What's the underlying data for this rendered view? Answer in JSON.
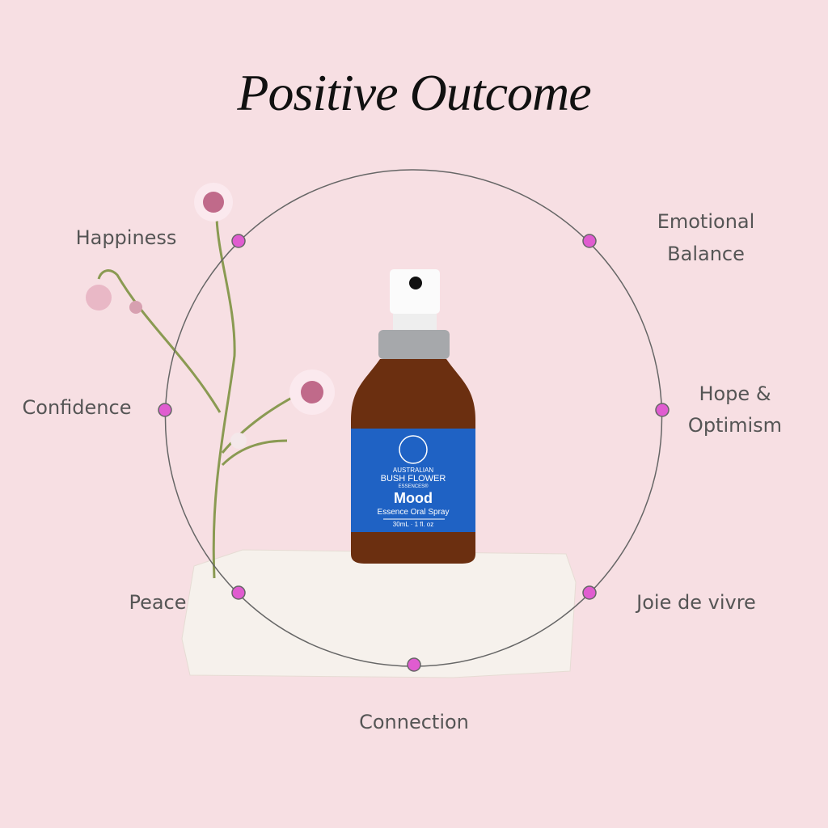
{
  "title": "Positive Outcome",
  "outcomes": {
    "happiness": "Happiness",
    "emotional_balance_1": "Emotional",
    "emotional_balance_2": "Balance",
    "confidence": "Confidence",
    "hope_1": "Hope &",
    "hope_2": "Optimism",
    "peace": "Peace",
    "joie": "Joie de vivre",
    "connection": "Connection"
  },
  "product": {
    "brand_1": "AUSTRALIAN",
    "brand_2": "BUSH FLOWER",
    "brand_3": "ESSENCES®",
    "name": "Mood",
    "type": "Essence Oral Spray",
    "size": "30mL · 1 fl. oz"
  },
  "colors": {
    "background": "#f7dfe3",
    "dot": "#e05cd0",
    "label": "#1f62c4"
  }
}
